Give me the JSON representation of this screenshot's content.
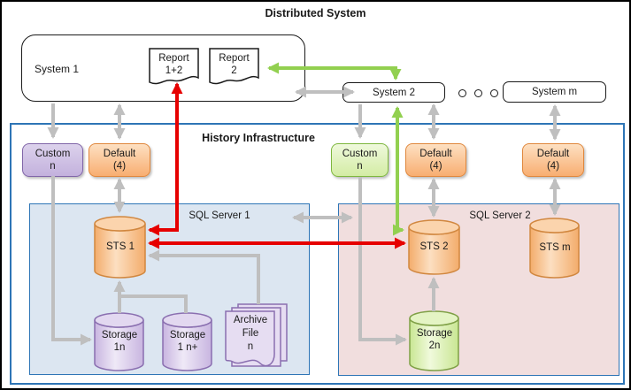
{
  "title": "Distributed System",
  "palette": {
    "arrow_gray": "#BFBFBF",
    "arrow_red": "#E60000",
    "arrow_green": "#92D050",
    "frame_blue": "#2E75B6",
    "sql1_fill": "#DCE6F1",
    "sql2_fill": "#F1DEDE"
  },
  "top": {
    "system1": "System 1",
    "report12": "Report\n1+2",
    "report2": "Report\n2",
    "system2": "System 2",
    "system_m": "System m"
  },
  "history": {
    "title": "History Infrastructure",
    "custom_left": "Custom\nn",
    "default_left": "Default\n(4)",
    "custom_mid": "Custom\nn",
    "default_mid": "Default\n(4)",
    "default_right": "Default\n(4)"
  },
  "sql_server1": {
    "title": "SQL Server 1",
    "sts1": "STS 1",
    "storage_1n": "Storage\n1n",
    "storage_1np": "Storage\n1 n+",
    "archive_file": "Archive\nFile\nn"
  },
  "sql_server2": {
    "title": "SQL Server 2",
    "sts2": "STS 2",
    "sts_m": "STS m",
    "storage_2n": "Storage\n2n"
  }
}
